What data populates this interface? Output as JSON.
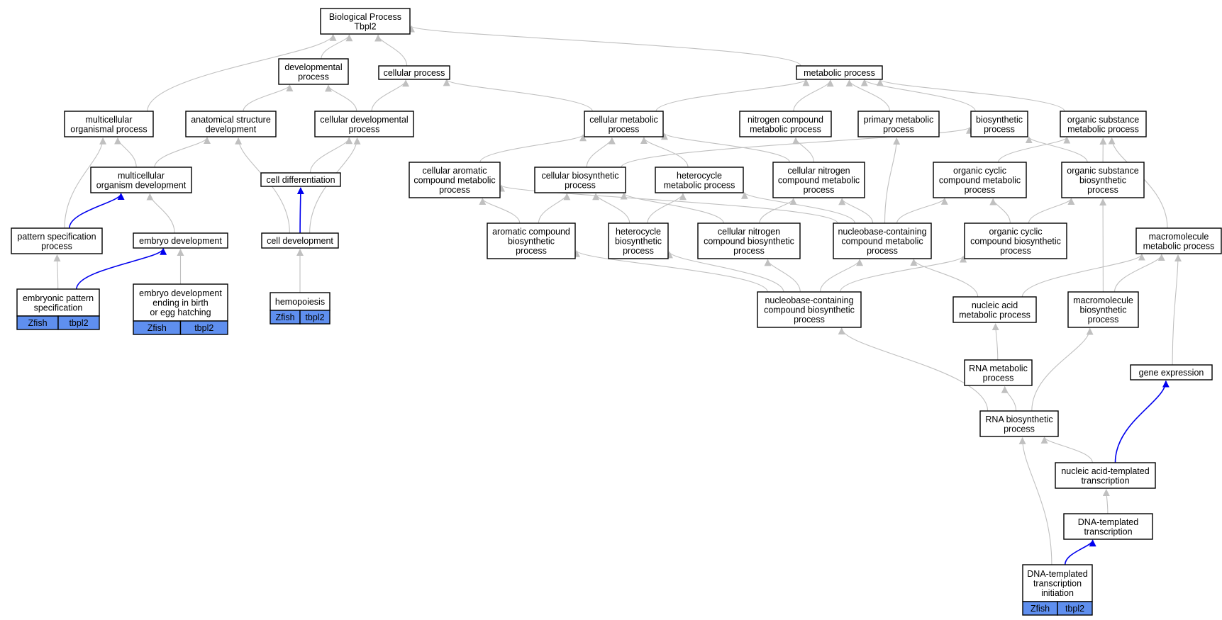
{
  "colors": {
    "edge_default": "#c0c0c0",
    "edge_highlight": "#0000ee",
    "annotation_fill": "#5f8fef",
    "node_border": "#000000",
    "background": "#ffffff"
  },
  "nodes": [
    {
      "id": "bp",
      "name": "biological-process-root-node",
      "lines": [
        "Biological Process",
        "Tbpl2"
      ]
    },
    {
      "id": "dev",
      "name": "developmental-process-node",
      "lines": [
        "developmental",
        "process"
      ]
    },
    {
      "id": "cellp",
      "name": "cellular-process-node",
      "lines": [
        "cellular process"
      ]
    },
    {
      "id": "met",
      "name": "metabolic-process-node",
      "lines": [
        "metabolic process"
      ]
    },
    {
      "id": "multi",
      "name": "multicellular-organismal-process-node",
      "lines": [
        "multicellular",
        "organismal process"
      ]
    },
    {
      "id": "anat",
      "name": "anatomical-structure-development-node",
      "lines": [
        "anatomical structure",
        "development"
      ]
    },
    {
      "id": "celldevproc",
      "name": "cellular-developmental-process-node",
      "lines": [
        "cellular developmental",
        "process"
      ]
    },
    {
      "id": "cellmet",
      "name": "cellular-metabolic-process-node",
      "lines": [
        "cellular metabolic",
        "process"
      ]
    },
    {
      "id": "nitro",
      "name": "nitrogen-compound-metabolic-process-node",
      "lines": [
        "nitrogen compound",
        "metabolic process"
      ]
    },
    {
      "id": "primary",
      "name": "primary-metabolic-process-node",
      "lines": [
        "primary metabolic",
        "process"
      ]
    },
    {
      "id": "biosyn",
      "name": "biosynthetic-process-node",
      "lines": [
        "biosynthetic",
        "process"
      ]
    },
    {
      "id": "orgsub",
      "name": "organic-substance-metabolic-process-node",
      "lines": [
        "organic substance",
        "metabolic process"
      ]
    },
    {
      "id": "multidev",
      "name": "multicellular-organism-development-node",
      "lines": [
        "multicellular",
        "organism development"
      ]
    },
    {
      "id": "celldiff",
      "name": "cell-differentiation-node",
      "lines": [
        "cell differentiation"
      ]
    },
    {
      "id": "cellarom",
      "name": "cellular-aromatic-compound-metabolic-process-node",
      "lines": [
        "cellular aromatic",
        "compound metabolic",
        "process"
      ]
    },
    {
      "id": "cellbio",
      "name": "cellular-biosynthetic-process-node",
      "lines": [
        "cellular biosynthetic",
        "process"
      ]
    },
    {
      "id": "hetmet",
      "name": "heterocycle-metabolic-process-node",
      "lines": [
        "heterocycle",
        "metabolic process"
      ]
    },
    {
      "id": "cellnitro",
      "name": "cellular-nitrogen-compound-metabolic-process-node",
      "lines": [
        "cellular nitrogen",
        "compound metabolic",
        "process"
      ]
    },
    {
      "id": "orgcyc",
      "name": "organic-cyclic-compound-metabolic-process-node",
      "lines": [
        "organic cyclic",
        "compound metabolic",
        "process"
      ]
    },
    {
      "id": "orgsubbio",
      "name": "organic-substance-biosynthetic-process-node",
      "lines": [
        "organic substance",
        "biosynthetic",
        "process"
      ]
    },
    {
      "id": "patspec",
      "name": "pattern-specification-process-node",
      "lines": [
        "pattern specification",
        "process"
      ]
    },
    {
      "id": "embdev",
      "name": "embryo-development-node",
      "lines": [
        "embryo development"
      ]
    },
    {
      "id": "celldev",
      "name": "cell-development-node",
      "lines": [
        "cell development"
      ]
    },
    {
      "id": "arombio",
      "name": "aromatic-compound-biosynthetic-process-node",
      "lines": [
        "aromatic compound",
        "biosynthetic",
        "process"
      ]
    },
    {
      "id": "hetbio",
      "name": "heterocycle-biosynthetic-process-node",
      "lines": [
        "heterocycle",
        "biosynthetic",
        "process"
      ]
    },
    {
      "id": "cellnitrobio",
      "name": "cellular-nitrogen-compound-biosynthetic-process-node",
      "lines": [
        "cellular nitrogen",
        "compound biosynthetic",
        "process"
      ]
    },
    {
      "id": "nucmet",
      "name": "nucleobase-containing-compound-metabolic-process-node",
      "lines": [
        "nucleobase-containing",
        "compound metabolic",
        "process"
      ]
    },
    {
      "id": "orgcycbio",
      "name": "organic-cyclic-compound-biosynthetic-process-node",
      "lines": [
        "organic cyclic",
        "compound biosynthetic",
        "process"
      ]
    },
    {
      "id": "macromet",
      "name": "macromolecule-metabolic-process-node",
      "lines": [
        "macromolecule",
        "metabolic process"
      ]
    },
    {
      "id": "embpat",
      "name": "embryonic-pattern-specification-node",
      "lines": [
        "embryonic pattern",
        "specification"
      ],
      "annotations": [
        "Zfish",
        "tbpl2"
      ]
    },
    {
      "id": "embdevbirth",
      "name": "embryo-development-ending-in-birth-node",
      "lines": [
        "embryo development",
        "ending in birth",
        "or egg hatching"
      ],
      "annotations": [
        "Zfish",
        "tbpl2"
      ]
    },
    {
      "id": "hemo",
      "name": "hemopoiesis-node",
      "lines": [
        "hemopoiesis"
      ],
      "annotations": [
        "Zfish",
        "tbpl2"
      ]
    },
    {
      "id": "nucbio",
      "name": "nucleobase-containing-compound-biosynthetic-process-node",
      "lines": [
        "nucleobase-containing",
        "compound biosynthetic",
        "process"
      ]
    },
    {
      "id": "nucacidmet",
      "name": "nucleic-acid-metabolic-process-node",
      "lines": [
        "nucleic acid",
        "metabolic process"
      ]
    },
    {
      "id": "macrobio",
      "name": "macromolecule-biosynthetic-process-node",
      "lines": [
        "macromolecule",
        "biosynthetic",
        "process"
      ]
    },
    {
      "id": "rnamet",
      "name": "rna-metabolic-process-node",
      "lines": [
        "RNA metabolic",
        "process"
      ]
    },
    {
      "id": "geneexp",
      "name": "gene-expression-node",
      "lines": [
        "gene expression"
      ]
    },
    {
      "id": "rnabio",
      "name": "rna-biosynthetic-process-node",
      "lines": [
        "RNA biosynthetic",
        "process"
      ]
    },
    {
      "id": "nattrans",
      "name": "nucleic-acid-templated-transcription-node",
      "lines": [
        "nucleic acid-templated",
        "transcription"
      ]
    },
    {
      "id": "dnatrans",
      "name": "dna-templated-transcription-node",
      "lines": [
        "DNA-templated",
        "transcription"
      ]
    },
    {
      "id": "dnainit",
      "name": "dna-templated-transcription-initiation-node",
      "lines": [
        "DNA-templated",
        "transcription",
        "initiation"
      ],
      "annotations": [
        "Zfish",
        "tbpl2"
      ]
    }
  ],
  "edges": [
    {
      "from": "dev",
      "to": "bp"
    },
    {
      "from": "cellp",
      "to": "bp"
    },
    {
      "from": "met",
      "to": "bp"
    },
    {
      "from": "multi",
      "to": "bp"
    },
    {
      "from": "anat",
      "to": "dev"
    },
    {
      "from": "celldevproc",
      "to": "dev"
    },
    {
      "from": "celldevproc",
      "to": "cellp"
    },
    {
      "from": "cellmet",
      "to": "cellp"
    },
    {
      "from": "cellmet",
      "to": "met"
    },
    {
      "from": "nitro",
      "to": "met"
    },
    {
      "from": "primary",
      "to": "met"
    },
    {
      "from": "biosyn",
      "to": "met"
    },
    {
      "from": "orgsub",
      "to": "met"
    },
    {
      "from": "multidev",
      "to": "multi"
    },
    {
      "from": "multidev",
      "to": "anat"
    },
    {
      "from": "celldiff",
      "to": "celldevproc"
    },
    {
      "from": "cellarom",
      "to": "cellmet"
    },
    {
      "from": "cellbio",
      "to": "cellmet"
    },
    {
      "from": "cellbio",
      "to": "biosyn"
    },
    {
      "from": "hetmet",
      "to": "cellmet"
    },
    {
      "from": "cellnitro",
      "to": "cellmet"
    },
    {
      "from": "cellnitro",
      "to": "nitro"
    },
    {
      "from": "orgcyc",
      "to": "orgsub"
    },
    {
      "from": "orgsubbio",
      "to": "orgsub"
    },
    {
      "from": "orgsubbio",
      "to": "biosyn"
    },
    {
      "from": "patspec",
      "to": "multi"
    },
    {
      "from": "patspec",
      "to": "multidev",
      "highlight": true
    },
    {
      "from": "embdev",
      "to": "multidev"
    },
    {
      "from": "celldev",
      "to": "anat"
    },
    {
      "from": "celldev",
      "to": "celldevproc"
    },
    {
      "from": "celldev",
      "to": "celldiff",
      "highlight": true
    },
    {
      "from": "arombio",
      "to": "cellarom"
    },
    {
      "from": "arombio",
      "to": "cellbio"
    },
    {
      "from": "hetbio",
      "to": "cellbio"
    },
    {
      "from": "hetbio",
      "to": "hetmet"
    },
    {
      "from": "cellnitrobio",
      "to": "cellbio"
    },
    {
      "from": "cellnitrobio",
      "to": "cellnitro"
    },
    {
      "from": "nucmet",
      "to": "cellarom"
    },
    {
      "from": "nucmet",
      "to": "hetmet"
    },
    {
      "from": "nucmet",
      "to": "cellnitro"
    },
    {
      "from": "nucmet",
      "to": "primary"
    },
    {
      "from": "nucmet",
      "to": "orgcyc"
    },
    {
      "from": "orgcycbio",
      "to": "orgcyc"
    },
    {
      "from": "orgcycbio",
      "to": "orgsubbio"
    },
    {
      "from": "macromet",
      "to": "orgsub"
    },
    {
      "from": "embpat",
      "to": "patspec"
    },
    {
      "from": "embpat",
      "to": "embdev",
      "highlight": true
    },
    {
      "from": "embdevbirth",
      "to": "embdev"
    },
    {
      "from": "hemo",
      "to": "celldev"
    },
    {
      "from": "nucbio",
      "to": "arombio"
    },
    {
      "from": "nucbio",
      "to": "hetbio"
    },
    {
      "from": "nucbio",
      "to": "cellnitrobio"
    },
    {
      "from": "nucbio",
      "to": "nucmet"
    },
    {
      "from": "nucbio",
      "to": "orgcycbio"
    },
    {
      "from": "nucacidmet",
      "to": "nucmet"
    },
    {
      "from": "nucacidmet",
      "to": "macromet"
    },
    {
      "from": "macrobio",
      "to": "orgsubbio"
    },
    {
      "from": "macrobio",
      "to": "macromet"
    },
    {
      "from": "rnamet",
      "to": "nucacidmet"
    },
    {
      "from": "geneexp",
      "to": "macromet"
    },
    {
      "from": "rnabio",
      "to": "rnamet"
    },
    {
      "from": "rnabio",
      "to": "nucbio"
    },
    {
      "from": "rnabio",
      "to": "macrobio"
    },
    {
      "from": "nattrans",
      "to": "rnabio"
    },
    {
      "from": "nattrans",
      "to": "geneexp",
      "highlight": true
    },
    {
      "from": "dnatrans",
      "to": "nattrans"
    },
    {
      "from": "dnainit",
      "to": "dnatrans",
      "highlight": true
    },
    {
      "from": "dnainit",
      "to": "rnabio"
    }
  ]
}
